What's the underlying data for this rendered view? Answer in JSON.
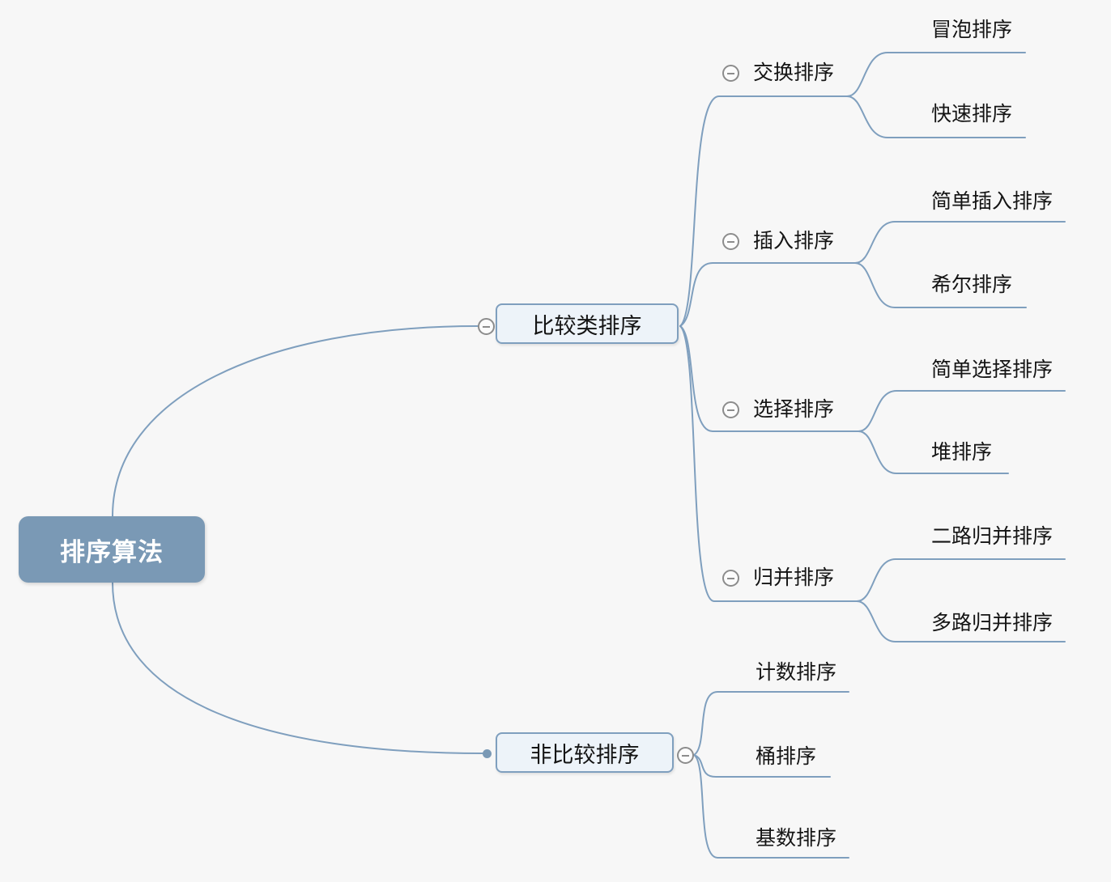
{
  "app": {
    "type": "mind-map",
    "background_color": "#f7f7f7"
  },
  "colors": {
    "edge": "#7f9fbe",
    "root_fill": "#7a99b5",
    "root_text": "#ffffff",
    "level1_fill": "#edf3f9",
    "level1_border": "#7f9fbe",
    "text": "#141414",
    "expander_border": "#8c8c8c"
  },
  "icons": {
    "expander_symbol": "minus",
    "connection_dot": "filled-circle"
  },
  "tree": {
    "root": {
      "label": "排序算法"
    },
    "branches": [
      {
        "label": "比较类排序",
        "expander": "-",
        "children": [
          {
            "label": "交换排序",
            "expander": "-",
            "children": [
              {
                "label": "冒泡排序"
              },
              {
                "label": "快速排序"
              }
            ]
          },
          {
            "label": "插入排序",
            "expander": "-",
            "children": [
              {
                "label": "简单插入排序"
              },
              {
                "label": "希尔排序"
              }
            ]
          },
          {
            "label": "选择排序",
            "expander": "-",
            "children": [
              {
                "label": "简单选择排序"
              },
              {
                "label": "堆排序"
              }
            ]
          },
          {
            "label": "归并排序",
            "expander": "-",
            "children": [
              {
                "label": "二路归并排序"
              },
              {
                "label": "多路归并排序"
              }
            ]
          }
        ]
      },
      {
        "label": "非比较排序",
        "expander": "-",
        "children": [
          {
            "label": "计数排序"
          },
          {
            "label": "桶排序"
          },
          {
            "label": "基数排序"
          }
        ]
      }
    ]
  }
}
